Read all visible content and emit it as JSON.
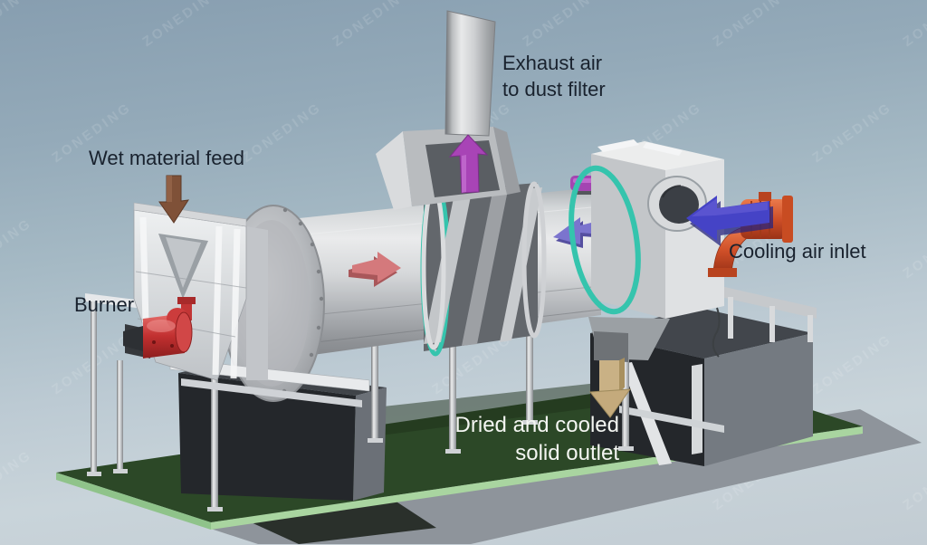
{
  "labels": {
    "exhaust_air": "Exhaust air\nto dust filter",
    "wet_material_feed": "Wet material feed",
    "burner": "Burner",
    "cooling_air_inlet": "Cooling air inlet",
    "solid_outlet": "Dried and cooled\nsolid outlet"
  },
  "watermark": {
    "text": "ZONEDING"
  },
  "flow_arrows": [
    {
      "id": "wet-material-feed-arrow",
      "direction": "down",
      "color": "#7F5138"
    },
    {
      "id": "exhaust-air-arrow",
      "direction": "up",
      "color": "#A844B6"
    },
    {
      "id": "hot-air-arrow",
      "direction": "right",
      "color": "#D4797C"
    },
    {
      "id": "cooling-air-drum-arrow",
      "direction": "left",
      "color": "#7B74CE"
    },
    {
      "id": "cooling-air-inlet-arrow",
      "direction": "left",
      "color": "#4543C6"
    },
    {
      "id": "solid-outlet-arrow",
      "direction": "down",
      "color": "#C9B185"
    }
  ],
  "colors": {
    "background_top": "#879EB0",
    "background_bottom": "#C9D4DA",
    "label_text": "#19222E",
    "label_text_light": "#F4F6F2",
    "drum_metal": "#C6C9CC",
    "teal_ring": "#35C4AD",
    "base_plate_green": "#2C4827",
    "base_edge_green": "#A9D5A0",
    "slab_gray": "#8E949B",
    "foundation_dark": "#24272B",
    "burner_red": "#C23535",
    "motor_orange": "#CF4F28",
    "arrow_exhaust": "#A844B6",
    "arrow_feed": "#7F5138",
    "arrow_hot_air": "#D4797C",
    "arrow_cooling_drum": "#7B74CE",
    "arrow_cooling_inlet": "#4543C6",
    "arrow_outlet": "#C9B185"
  }
}
